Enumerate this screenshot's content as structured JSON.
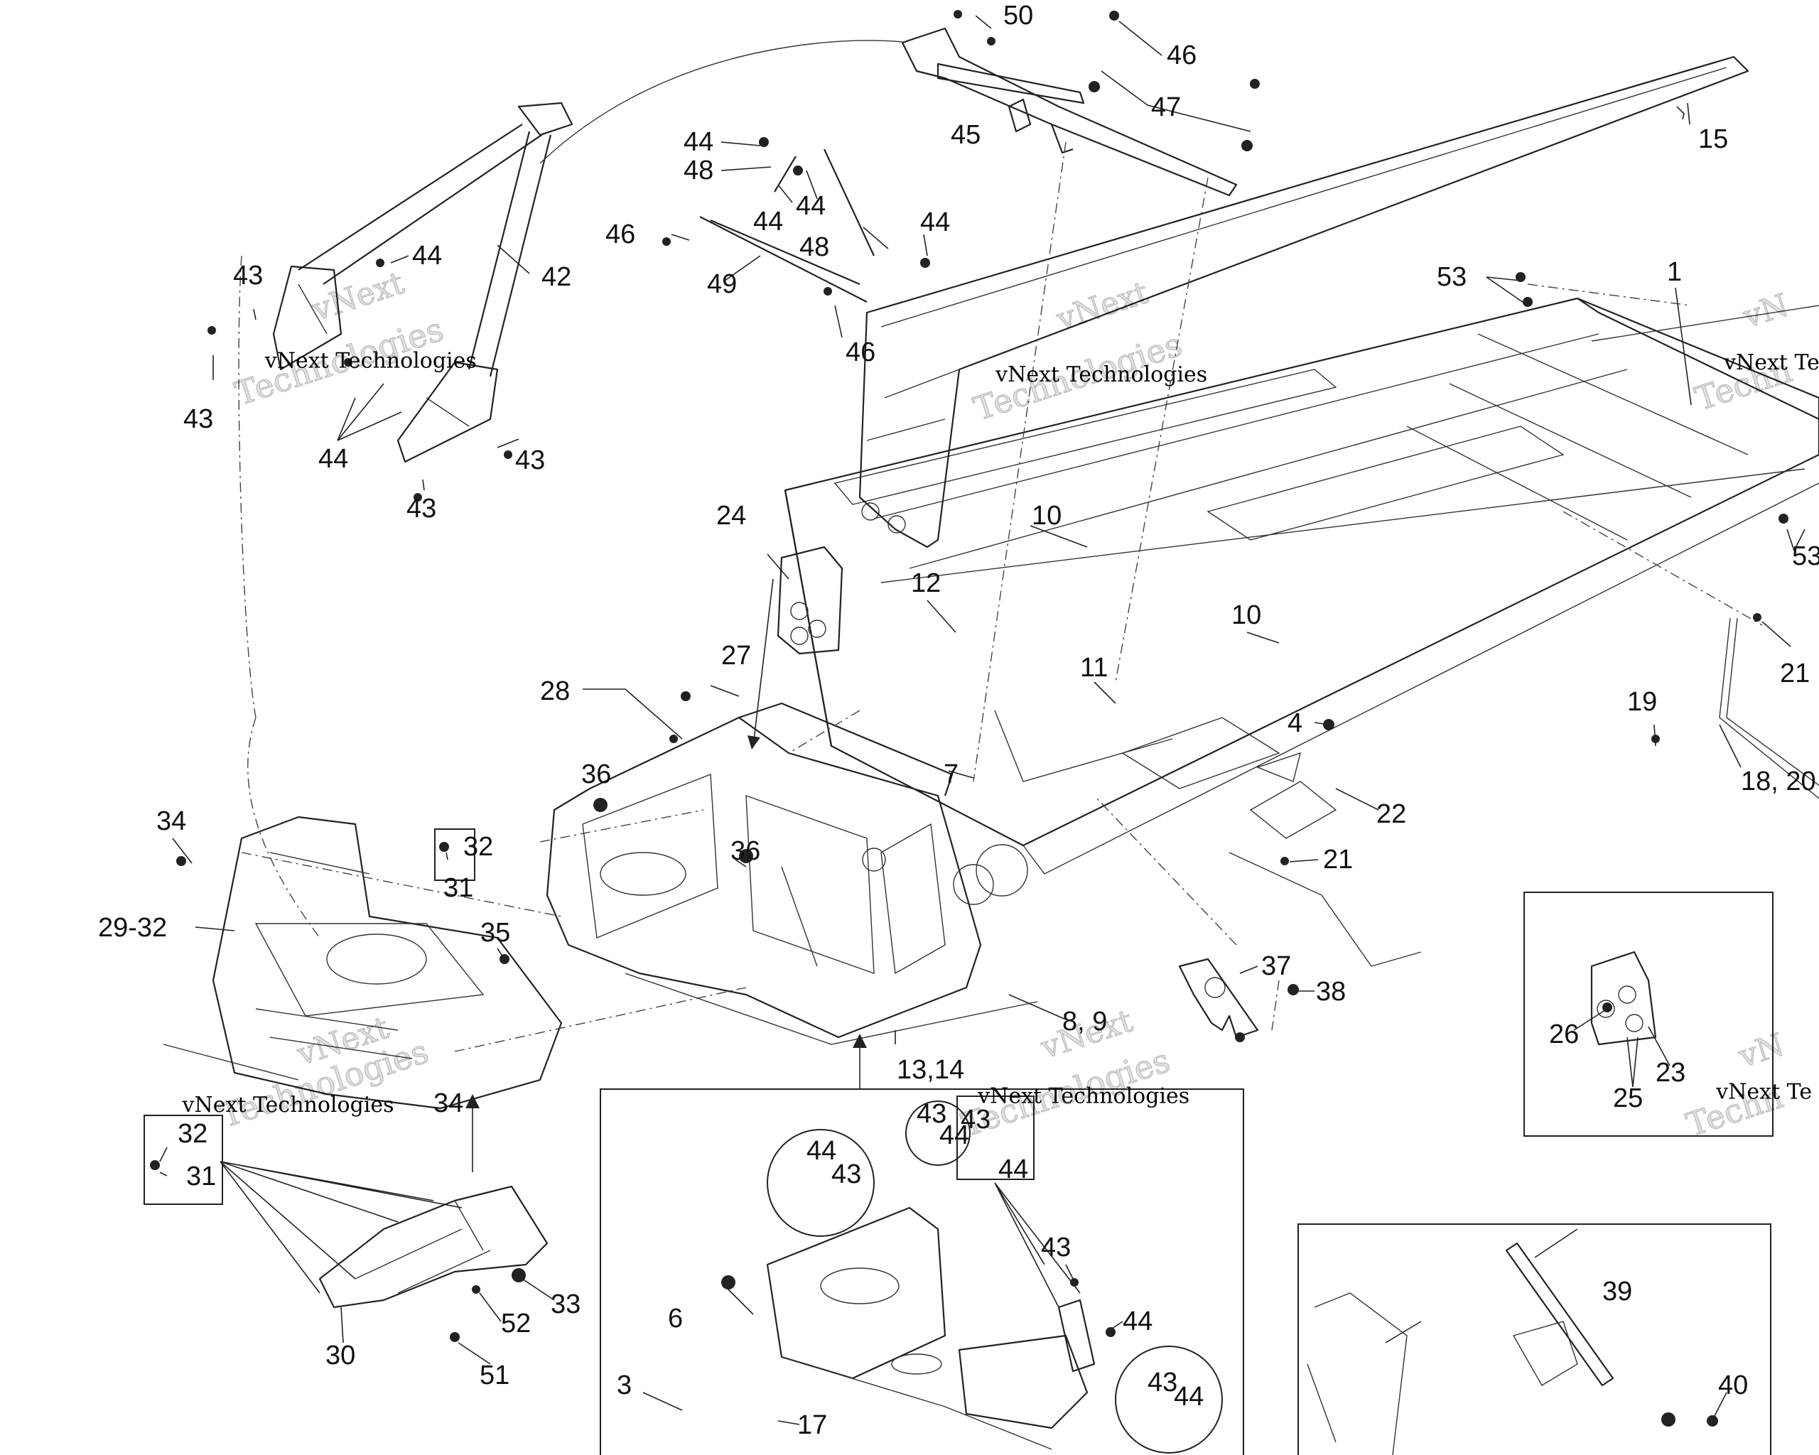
{
  "diagram": {
    "part_labels": [
      {
        "id": "l50",
        "text": "50"
      },
      {
        "id": "l46a",
        "text": "46"
      },
      {
        "id": "l47",
        "text": "47"
      },
      {
        "id": "l15",
        "text": "15"
      },
      {
        "id": "l44a",
        "text": "44"
      },
      {
        "id": "l48a",
        "text": "48"
      },
      {
        "id": "l44b",
        "text": "44"
      },
      {
        "id": "l44c",
        "text": "44"
      },
      {
        "id": "l45",
        "text": "45"
      },
      {
        "id": "l46b",
        "text": "46"
      },
      {
        "id": "l48b",
        "text": "48"
      },
      {
        "id": "l44d",
        "text": "44"
      },
      {
        "id": "l49",
        "text": "49"
      },
      {
        "id": "l46c",
        "text": "46"
      },
      {
        "id": "l43a",
        "text": "43"
      },
      {
        "id": "l44e",
        "text": "44"
      },
      {
        "id": "l42",
        "text": "42"
      },
      {
        "id": "l43b",
        "text": "43"
      },
      {
        "id": "l44f",
        "text": "44"
      },
      {
        "id": "l43c",
        "text": "43"
      },
      {
        "id": "l43d",
        "text": "43"
      },
      {
        "id": "l53a",
        "text": "53"
      },
      {
        "id": "l1",
        "text": "1"
      },
      {
        "id": "l53b",
        "text": "53"
      },
      {
        "id": "l10a",
        "text": "10"
      },
      {
        "id": "l24",
        "text": "24"
      },
      {
        "id": "l12",
        "text": "12"
      },
      {
        "id": "l10b",
        "text": "10"
      },
      {
        "id": "l27",
        "text": "27"
      },
      {
        "id": "l28",
        "text": "28"
      },
      {
        "id": "l11",
        "text": "11"
      },
      {
        "id": "l21a",
        "text": "21"
      },
      {
        "id": "l19",
        "text": "19"
      },
      {
        "id": "l4",
        "text": "4"
      },
      {
        "id": "l7",
        "text": "7"
      },
      {
        "id": "l36a",
        "text": "36"
      },
      {
        "id": "l18",
        "text": "18, 20"
      },
      {
        "id": "l22",
        "text": "22"
      },
      {
        "id": "l34a",
        "text": "34"
      },
      {
        "id": "l32a",
        "text": "32"
      },
      {
        "id": "l31a",
        "text": "31"
      },
      {
        "id": "l36b",
        "text": "36"
      },
      {
        "id": "l21b",
        "text": "21"
      },
      {
        "id": "l29",
        "text": "29-32"
      },
      {
        "id": "l35",
        "text": "35"
      },
      {
        "id": "l37",
        "text": "37"
      },
      {
        "id": "l38",
        "text": "38"
      },
      {
        "id": "l89",
        "text": "8, 9"
      },
      {
        "id": "l26",
        "text": "26"
      },
      {
        "id": "l23",
        "text": "23"
      },
      {
        "id": "l25",
        "text": "25"
      },
      {
        "id": "l1314",
        "text": "13,14"
      },
      {
        "id": "l34b",
        "text": "34"
      },
      {
        "id": "l32b",
        "text": "32"
      },
      {
        "id": "l31b",
        "text": "31"
      },
      {
        "id": "l43e",
        "text": "43"
      },
      {
        "id": "l44g",
        "text": "44"
      },
      {
        "id": "l44h",
        "text": "44"
      },
      {
        "id": "l43f",
        "text": "43"
      },
      {
        "id": "l43g",
        "text": "43"
      },
      {
        "id": "l44i",
        "text": "44"
      },
      {
        "id": "l43h",
        "text": "43"
      },
      {
        "id": "l44j",
        "text": "44"
      },
      {
        "id": "l6",
        "text": "6"
      },
      {
        "id": "l33",
        "text": "33"
      },
      {
        "id": "l52",
        "text": "52"
      },
      {
        "id": "l30",
        "text": "30"
      },
      {
        "id": "l51",
        "text": "51"
      },
      {
        "id": "l3",
        "text": "3"
      },
      {
        "id": "l17",
        "text": "17"
      },
      {
        "id": "l43i",
        "text": "43"
      },
      {
        "id": "l44k",
        "text": "44"
      },
      {
        "id": "l39",
        "text": "39"
      },
      {
        "id": "l40",
        "text": "40"
      }
    ],
    "watermarks": [
      {
        "id": "w1",
        "line1": "vNext",
        "line2": "vNext Technologies",
        "line3": "Technologies"
      },
      {
        "id": "w2",
        "line1": "vNext",
        "line2": "vNext Technologies",
        "line3": "Technologies"
      },
      {
        "id": "w3",
        "line1": "vN",
        "line2": "vNext Te",
        "line3": "Techn"
      },
      {
        "id": "w4",
        "line1": "vNext",
        "line2": "vNext Technologies",
        "line3": "Technologies"
      },
      {
        "id": "w5",
        "line1": "vNext",
        "line2": "vNext Technologies",
        "line3": "Technologies"
      },
      {
        "id": "w6",
        "line1": "vN",
        "line2": "vNext Te",
        "line3": "Techn"
      }
    ]
  }
}
